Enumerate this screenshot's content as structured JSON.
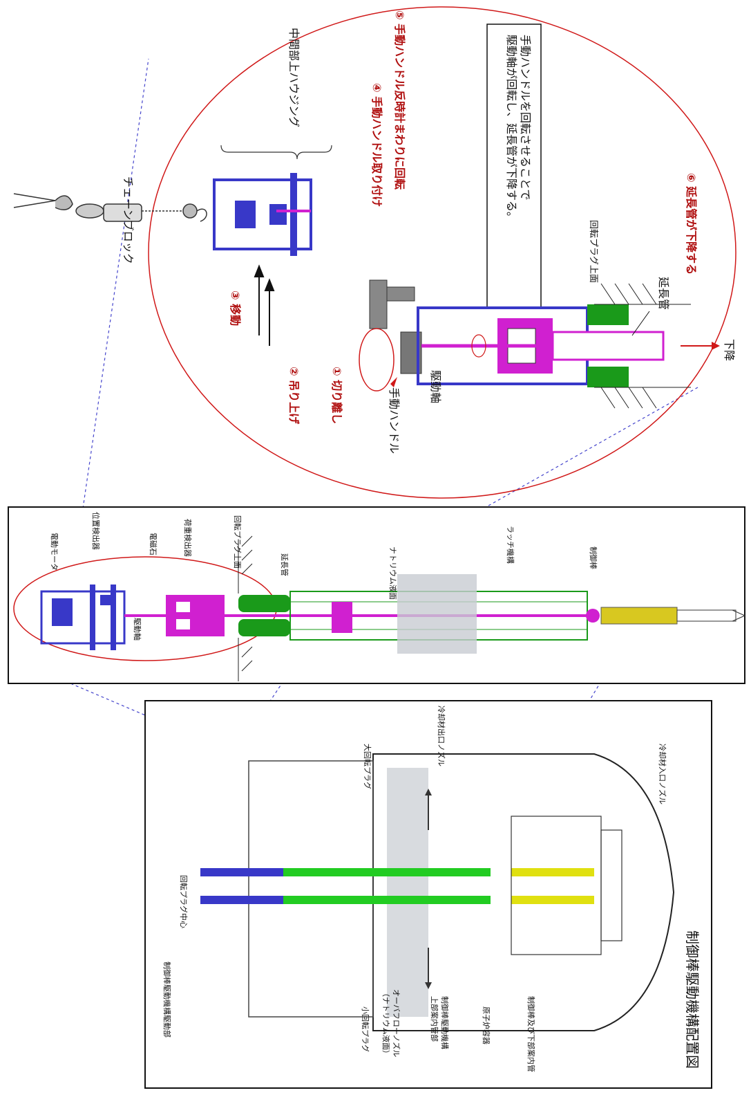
{
  "title": "制御棒駆動機構配置図",
  "overview": {
    "labels": {
      "cr_drive_part": "制御棒駆動機構駆動部",
      "rot_plug_center": "回転プラグ中心",
      "small_rot_plug": "小回転プラグ",
      "large_rot_plug": "大回転プラグ",
      "overflow_nozzle": "オーバフローノズル",
      "overflow_nozzle_sub": "（ナトリウム液面）",
      "outlet_nozzle": "冷却材出口ノズル",
      "guide_upper": "制御棒駆動機構",
      "guide_upper_2": "上部案内管部",
      "vessel": "原子炉容器",
      "rod_lower_guide": "制御棒及び下部案内管",
      "inlet_nozzle": "冷却材入口ノズル"
    }
  },
  "detail": {
    "labels": {
      "motor": "電動モータ",
      "position_detector": "位置検出器",
      "magnet": "電磁石",
      "load_detector": "荷重検出器",
      "drive_shaft": "駆動軸",
      "plug_top": "回転プラグ上面",
      "extension_tube": "延長管",
      "sodium_level": "ナトリウム液面",
      "latch": "ラッチ機構",
      "control_rod": "制御棒"
    }
  },
  "procedure": {
    "chain_block": "チェーンブロック",
    "upper_housing": "中間部上ハウジング",
    "step1": "① 切り離し",
    "step2": "② 吊り上げ",
    "step3": "③ 移動",
    "step4": "④ 手動ハンドル取り付け",
    "step5": "⑤ 手動ハンドル反時計まわりに回転",
    "step6": "⑥ 延長管が下降する",
    "manual_handle": "手動ハンドル",
    "drive_shaft": "駆動軸",
    "extension_tube": "延長管",
    "plug_top": "回転プラグ上面",
    "descend": "下降",
    "note_line1": "手動ハンドルを回転させることで",
    "note_line2": "駆動軸が回転し、延長管が下降する。"
  },
  "colors": {
    "blue": "#3838c8",
    "magenta": "#d020d0",
    "green": "#1a9a1a",
    "yellow": "#d8c820",
    "red": "#d01818",
    "dark_red": "#b01010"
  }
}
